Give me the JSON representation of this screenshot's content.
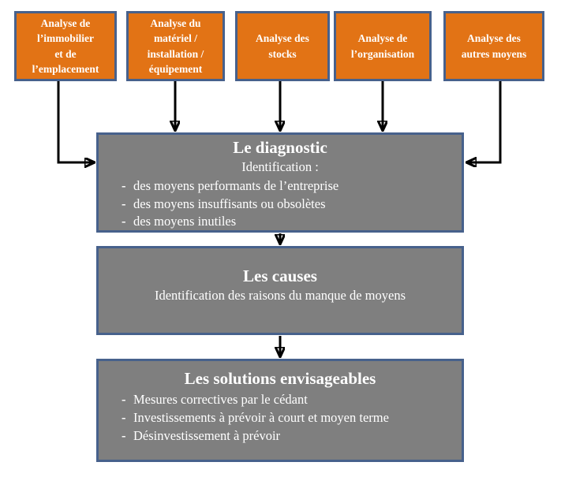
{
  "colors": {
    "box_orange": "#E27315",
    "box_gray": "#7F7F7F",
    "border_blue": "#47618C",
    "arrow_black": "#000000",
    "text_white": "#FFFFFF",
    "background": "#FFFFFF"
  },
  "ui": {
    "bullet_char": "-"
  },
  "top_boxes": [
    {
      "label": "Analyse de\nl’immobilier\net de\nl’emplacement"
    },
    {
      "label": "Analyse du\nmatériel /\ninstallation /\néquipement"
    },
    {
      "label": "Analyse des\nstocks"
    },
    {
      "label": "Analyse de\nl’organisation"
    },
    {
      "label": "Analyse des\nautres moyens"
    }
  ],
  "diagnostic": {
    "title": "Le diagnostic",
    "subtitle": "Identification :",
    "items": [
      "des moyens performants de l’entreprise",
      "des moyens insuffisants ou obsolètes",
      "des moyens inutiles"
    ]
  },
  "causes": {
    "title": "Les causes",
    "subtitle": "Identification des raisons du manque de moyens"
  },
  "solutions": {
    "title": "Les solutions envisageables",
    "items": [
      "Mesures correctives par le cédant",
      "Investissements à prévoir à court et moyen terme",
      "Désinvestissement à prévoir"
    ]
  }
}
